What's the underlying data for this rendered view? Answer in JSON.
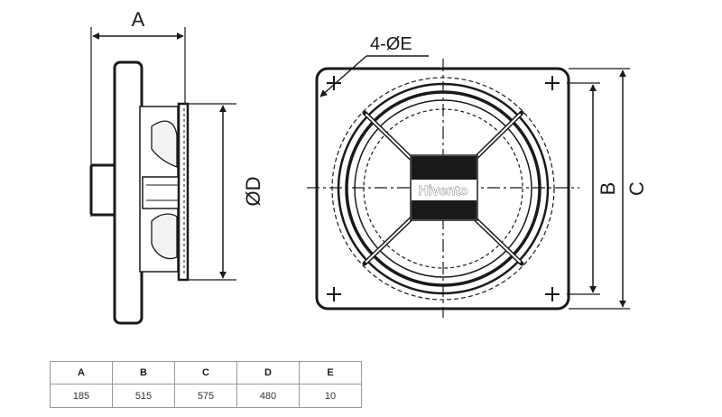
{
  "drawing": {
    "side_view": {
      "dim_a_label": "A",
      "dim_d_label": "ØD"
    },
    "front_view": {
      "dim_e_label": "4-ØE",
      "dim_b_label": "B",
      "dim_c_label": "C",
      "brand_label": "Hivento"
    }
  },
  "table": {
    "headers": [
      "A",
      "B",
      "C",
      "D",
      "E"
    ],
    "values": [
      "185",
      "515",
      "575",
      "480",
      "10"
    ]
  }
}
